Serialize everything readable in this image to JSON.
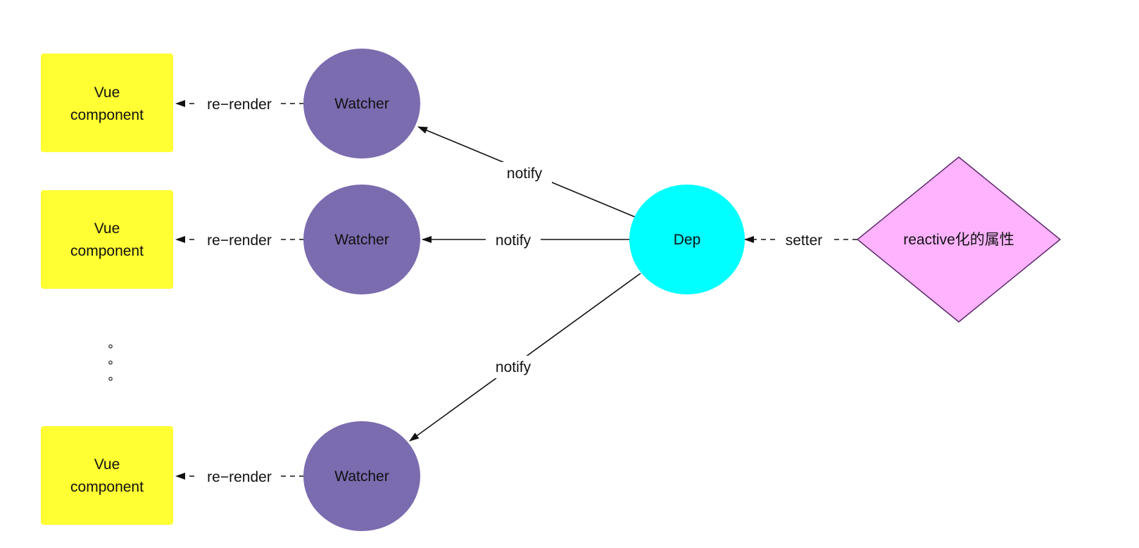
{
  "diagram": {
    "components": {
      "top": {
        "line1": "Vue",
        "line2": "component"
      },
      "middle": {
        "line1": "Vue",
        "line2": "component"
      },
      "bottom": {
        "line1": "Vue",
        "line2": "component"
      }
    },
    "watchers": {
      "top": "Watcher",
      "middle": "Watcher",
      "bottom": "Watcher"
    },
    "dep": "Dep",
    "property": "reactive化的属性",
    "edges": {
      "rerender_top": "re−render",
      "rerender_middle": "re−render",
      "rerender_bottom": "re−render",
      "notify_top": "notify",
      "notify_middle": "notify",
      "notify_bottom": "notify",
      "setter": "setter"
    },
    "ellipsis": [
      "°",
      "°",
      "°"
    ],
    "colors": {
      "component_fill": "#FFFF33",
      "watcher_fill": "#7B6BAF",
      "dep_fill": "#00FFFF",
      "property_fill": "#FFB3FF",
      "property_stroke": "#5A2A6A",
      "edge_stroke": "#111111"
    }
  }
}
